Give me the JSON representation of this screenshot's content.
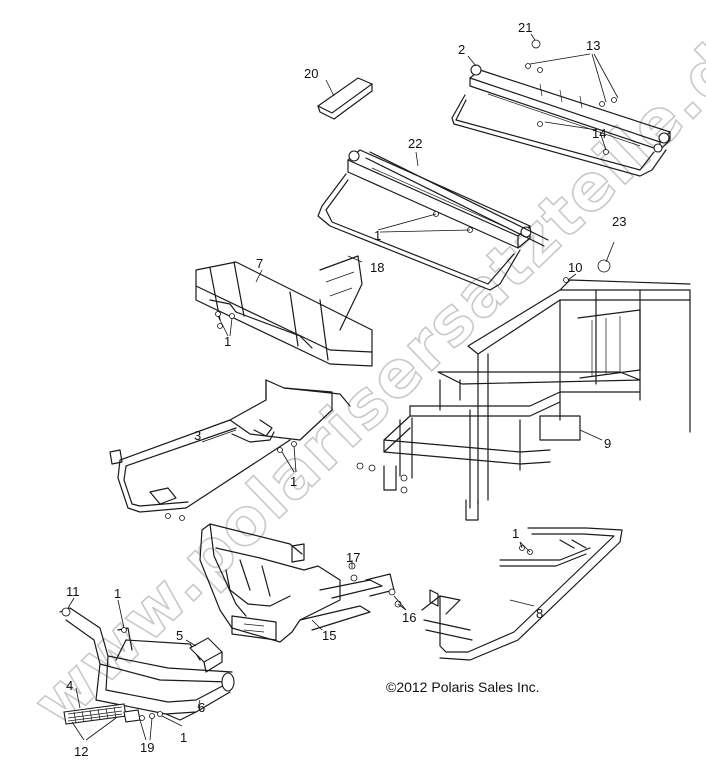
{
  "watermark": "www.polarisersatzteile.de",
  "copyright": "©2012 Polaris Sales Inc.",
  "callouts": {
    "c1a": "1",
    "c1b": "1",
    "c1c": "1",
    "c1d": "1",
    "c1e": "1",
    "c1f": "1",
    "c2": "2",
    "c3": "3",
    "c4": "4",
    "c5": "5",
    "c6": "6",
    "c7": "7",
    "c8": "8",
    "c9": "9",
    "c10": "10",
    "c11": "11",
    "c12": "12",
    "c13": "13",
    "c14": "14",
    "c15": "15",
    "c16": "16",
    "c17": "17",
    "c18": "18",
    "c19": "19",
    "c20": "20",
    "c21": "21",
    "c22": "22",
    "c23": "23"
  }
}
